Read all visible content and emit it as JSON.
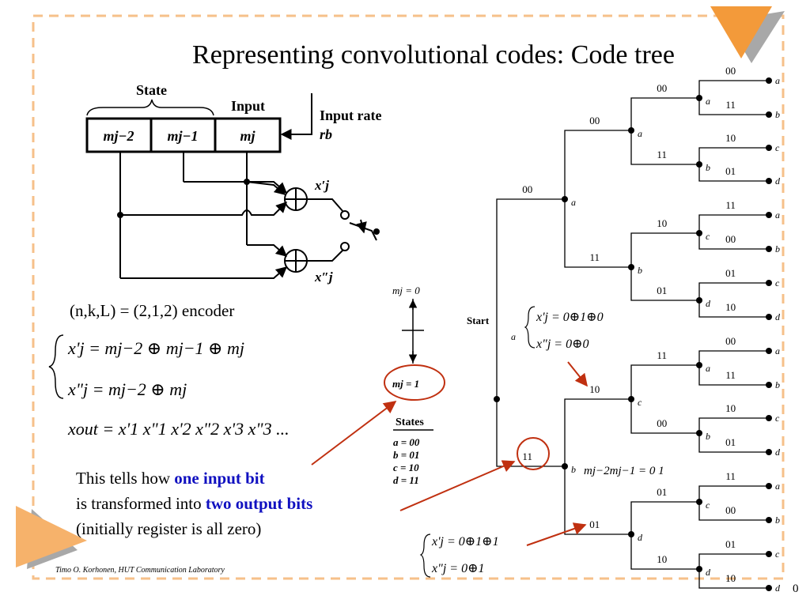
{
  "slide": {
    "title": "Representing convolutional codes: Code tree",
    "footer": "Timo O. Korhonen, HUT Communication Laboratory",
    "page_number": "0",
    "accent_colors": {
      "frame": "#f6c08a",
      "corner": "#f39a3a",
      "shadow": "#a8a8a8",
      "highlight": "#1010c0",
      "annotation": "#c03010"
    }
  },
  "encoder": {
    "state_label": "State",
    "input_label": "Input",
    "input_rate_label": "Input rate",
    "input_rate_symbol": "rb",
    "registers": [
      "mj−2",
      "mj−1",
      "mj"
    ],
    "outputs": [
      "x′j",
      "x″j"
    ],
    "params": "(n,k,L) = (2,1,2) encoder",
    "eq1": "x'j = mj−2 ⊕ mj−1 ⊕ mj",
    "eq2": "x\"j = mj−2 ⊕ mj",
    "eq3": "xout = x'1 x\"1 x'2 x\"2 x'3 x\"3 ..."
  },
  "note": {
    "line1_prefix": "This tells how ",
    "line1_highlight": "one input bit",
    "line2_prefix": "is transformed into ",
    "line2_highlight": "two output bits",
    "line3": "(initially register is all zero)"
  },
  "legend": {
    "m0": "mj = 0",
    "m1": "mj = 1",
    "states_title": "States",
    "states": [
      "a = 00",
      "b = 01",
      "c = 10",
      "d = 11"
    ]
  },
  "tree": {
    "start": "Start",
    "start_state": "a",
    "level1": [
      {
        "out": "00",
        "state": "a"
      },
      {
        "out": "11",
        "state": "b"
      }
    ],
    "level2": [
      {
        "out": "00",
        "state": "a"
      },
      {
        "out": "11",
        "state": "b"
      },
      {
        "out": "10",
        "state": "c"
      },
      {
        "out": "01",
        "state": "d"
      }
    ],
    "level3": [
      {
        "out": "00",
        "state": "a"
      },
      {
        "out": "11",
        "state": "b"
      },
      {
        "out": "10",
        "state": "c"
      },
      {
        "out": "01",
        "state": "d"
      },
      {
        "out": "11",
        "state": "a"
      },
      {
        "out": "00",
        "state": "b"
      },
      {
        "out": "01",
        "state": "c"
      },
      {
        "out": "10",
        "state": "d"
      }
    ],
    "level4": [
      {
        "out": "00",
        "state": "a"
      },
      {
        "out": "11",
        "state": "b"
      },
      {
        "out": "10",
        "state": "c"
      },
      {
        "out": "01",
        "state": "d"
      },
      {
        "out": "11",
        "state": "a"
      },
      {
        "out": "00",
        "state": "b"
      },
      {
        "out": "01",
        "state": "c"
      },
      {
        "out": "10",
        "state": "d"
      },
      {
        "out": "00",
        "state": "a"
      },
      {
        "out": "11",
        "state": "b"
      },
      {
        "out": "10",
        "state": "c"
      },
      {
        "out": "01",
        "state": "d"
      },
      {
        "out": "11",
        "state": "a"
      },
      {
        "out": "00",
        "state": "b"
      },
      {
        "out": "01",
        "state": "c"
      },
      {
        "out": "10",
        "state": "d"
      }
    ]
  },
  "annotations": {
    "a1_line1": "x'j = 0⊕1⊕0",
    "a1_line2": "x\"j = 0⊕0",
    "a2_line1": "x'j = 0⊕1⊕1",
    "a2_line2": "x\"j = 0⊕1",
    "state_eq": "mj−2mj−1 = 0 1"
  }
}
